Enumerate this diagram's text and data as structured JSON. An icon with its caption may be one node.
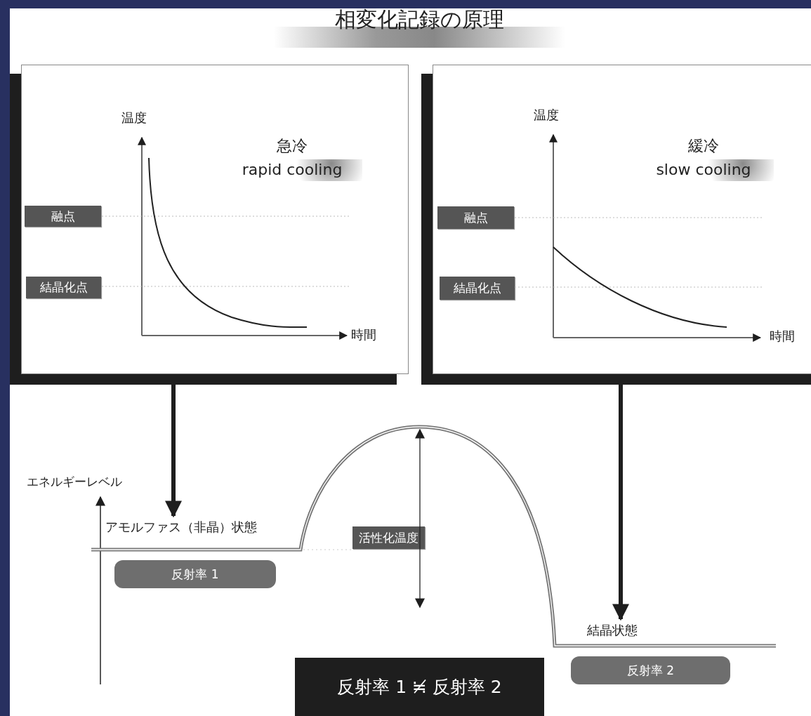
{
  "diagram": {
    "title": "相変化記録の原理",
    "nodes": [
      {
        "text": [
          "急冷",
          "rapid cooling"
        ]
      },
      {
        "text": [
          "融点"
        ],
        "in": 0
      },
      {
        "text": [
          "結晶化点"
        ],
        "in": 0
      },
      {
        "text": [
          "緩冷",
          "slow cooling"
        ]
      },
      {
        "text": [
          "融点"
        ],
        "in": 3
      },
      {
        "text": [
          "結晶化点"
        ],
        "in": 3
      },
      {
        "text": [
          "アモルファス（非晶）状態"
        ]
      },
      {
        "text": [
          "反射率 1"
        ]
      },
      {
        "text": [
          "活性化温度"
        ]
      },
      {
        "text": [
          "結晶状態"
        ]
      },
      {
        "text": [
          "反射率 2"
        ]
      },
      {
        "text": [
          "反射率 1 ≒̸ 反射率 2"
        ]
      }
    ],
    "edges": [
      {
        "from": 0,
        "to": 6,
        "arrow": "to"
      },
      {
        "from": 3,
        "to": 9,
        "arrow": "to"
      }
    ],
    "labels": [
      "温度",
      "時間",
      "温度",
      "時間",
      "エネルギーレベル"
    ]
  }
}
